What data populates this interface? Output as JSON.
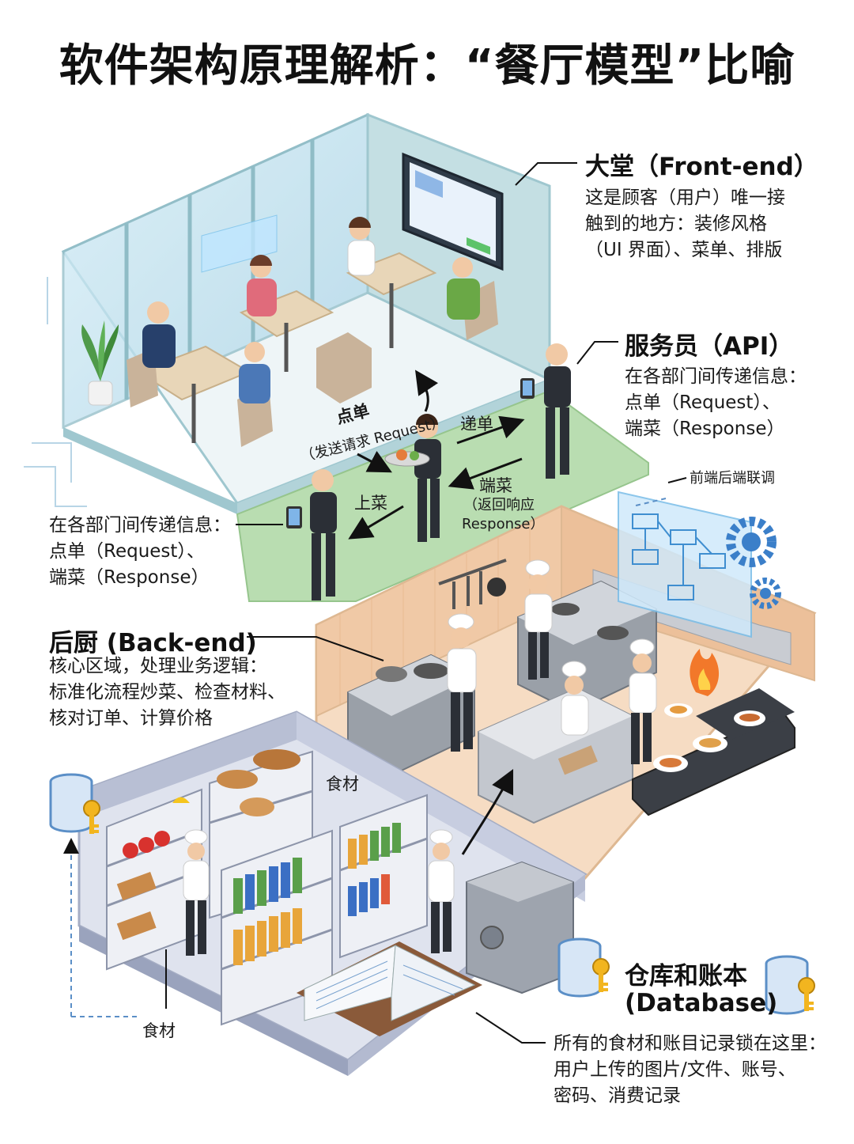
{
  "title": "软件架构原理解析：“餐厅模型”比喻",
  "frontend": {
    "heading": "大堂（Front-end）",
    "lines": [
      "这是顾客（用户）唯一接",
      "触到的地方：装修风格",
      "（UI 界面）、菜单、排版"
    ]
  },
  "api": {
    "heading": "服务员（API）",
    "lines": [
      "在各部门间传递信息：",
      "点单（Request）、",
      "端菜（Response）"
    ]
  },
  "api_left": {
    "lines": [
      "在各部门间传递信息：",
      "点单（Request）、",
      "端菜（Response）"
    ]
  },
  "flow": {
    "order": "点单",
    "order_sub": "（发送请求 Request）",
    "pass_order": "递单",
    "serve_up": "上菜",
    "serve_back": "端菜",
    "serve_back_sub1": "（返回响应",
    "serve_back_sub2": "Response）",
    "integration": "前端后端联调"
  },
  "backend": {
    "heading": "后厨 (Back-end)",
    "lines": [
      "核心区域，处理业务逻辑：",
      "标准化流程炒菜、检查材料、",
      "核对订单、计算价格"
    ]
  },
  "database": {
    "heading1": "仓库和账本",
    "heading2": "(Database)",
    "lines": [
      "所有的食材和账目记录锁在这里：",
      "用户上传的图片/文件、账号、",
      "密码、消费记录"
    ],
    "ingredients_top": "食材",
    "ingredients_left": "食材"
  },
  "icons": {
    "db_icon": "database-cylinder-icon",
    "key_icon": "key-icon",
    "gear_icon": "gear-icon",
    "flowchart_icon": "flowchart-hologram-icon"
  },
  "colors": {
    "frontend_wall": "#b9d9de",
    "frontend_floor": "#eef5f7",
    "corridor": "#b9ddb1",
    "kitchen_floor": "#f6dcc3",
    "kitchen_wall": "#f0c9a6",
    "storage_floor": "#dfe3ee",
    "storage_wall": "#b8bfd4",
    "accent_blue": "#3b7fc9",
    "key_gold": "#f2b51f"
  }
}
